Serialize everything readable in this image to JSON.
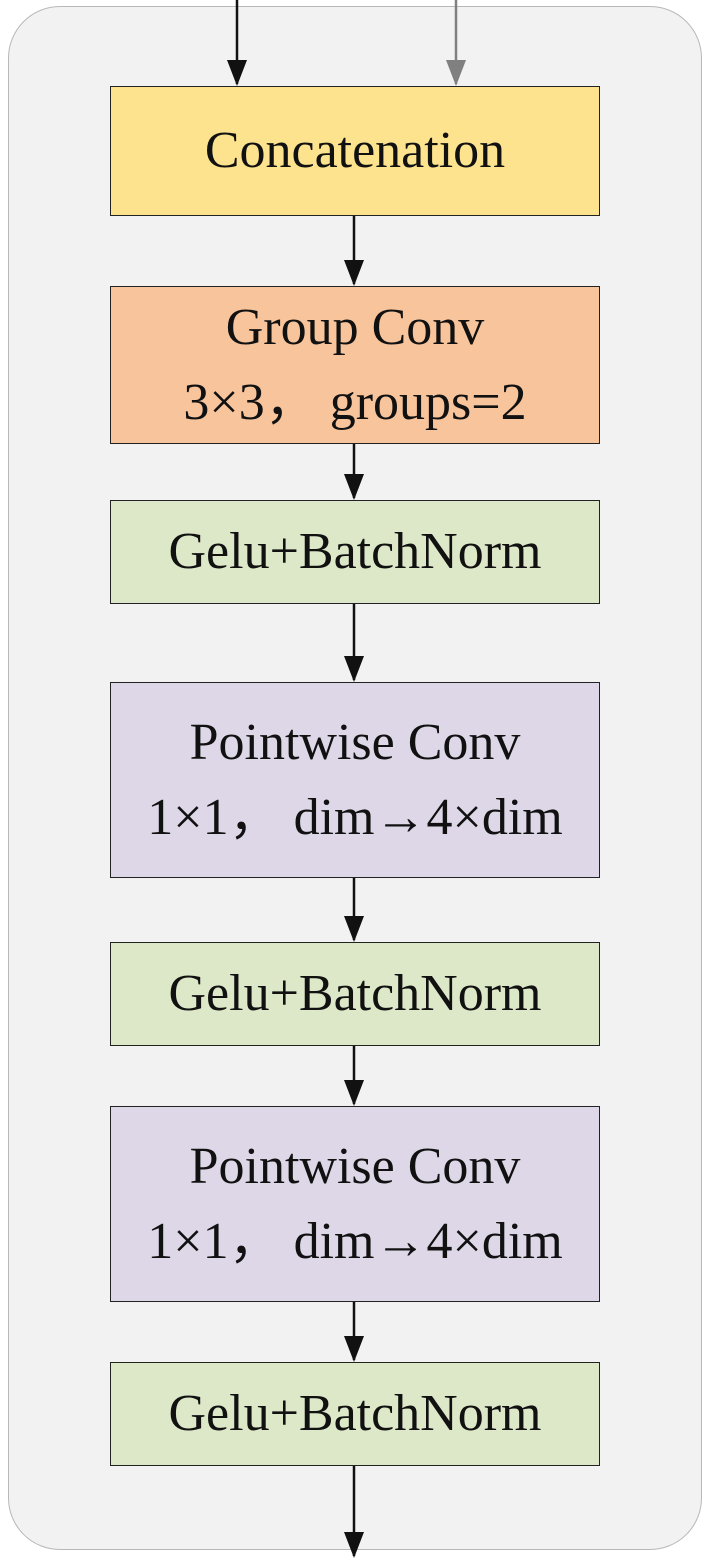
{
  "colors": {
    "container_bg": "#f2f2f2",
    "concat": "#fde38e",
    "group_conv": "#f8c49c",
    "gelu_bn": "#dde8c8",
    "pointwise": "#ddd7e7",
    "arrow": "#111111",
    "secondary_arrow": "#808080"
  },
  "blocks": {
    "concat": {
      "line1": "Concatenation"
    },
    "group_conv": {
      "line1": "Group Conv",
      "line2": "3×3， groups=2"
    },
    "gelu_1": {
      "line1": "Gelu+BatchNorm"
    },
    "pointwise_1": {
      "line1": "Pointwise Conv",
      "line2": "1×1， dim→4×dim"
    },
    "gelu_2": {
      "line1": "Gelu+BatchNorm"
    },
    "pointwise_2": {
      "line1": "Pointwise Conv",
      "line2": "1×1， dim→4×dim"
    },
    "gelu_3": {
      "line1": "Gelu+BatchNorm"
    }
  }
}
